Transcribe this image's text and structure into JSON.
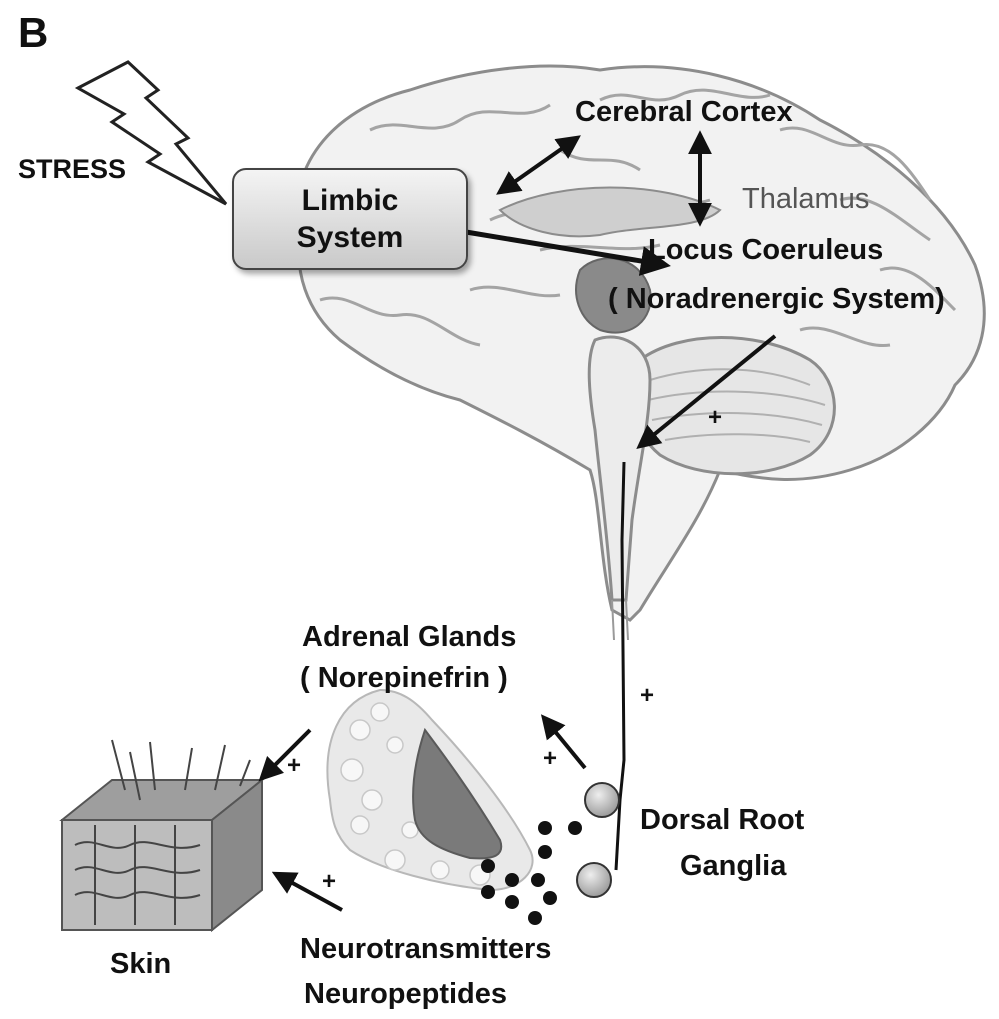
{
  "panel_letter": "B",
  "labels": {
    "stress": "STRESS",
    "limbic_line1": "Limbic",
    "limbic_line2": "System",
    "cerebral_cortex": "Cerebral Cortex",
    "thalamus": "Thalamus",
    "locus_line1": "Locus Coeruleus",
    "locus_line2": "( Noradrenergic System)",
    "adrenal_line1": "Adrenal Glands",
    "adrenal_line2": "( Norepinefrin )",
    "drg_line1": "Dorsal Root",
    "drg_line2": "Ganglia",
    "skin": "Skin",
    "nt_line1": "Neurotransmitters",
    "nt_line2": "Neuropeptides",
    "plus": "+"
  },
  "colors": {
    "brain_fill": "#f2f2f2",
    "brain_stroke": "#9a9a9a",
    "arrow": "#111111",
    "thalamus_text": "#555555"
  },
  "icons": [
    "lightning-bolt-icon",
    "brain-illustration",
    "adrenal-gland-illustration",
    "skin-block-illustration"
  ]
}
